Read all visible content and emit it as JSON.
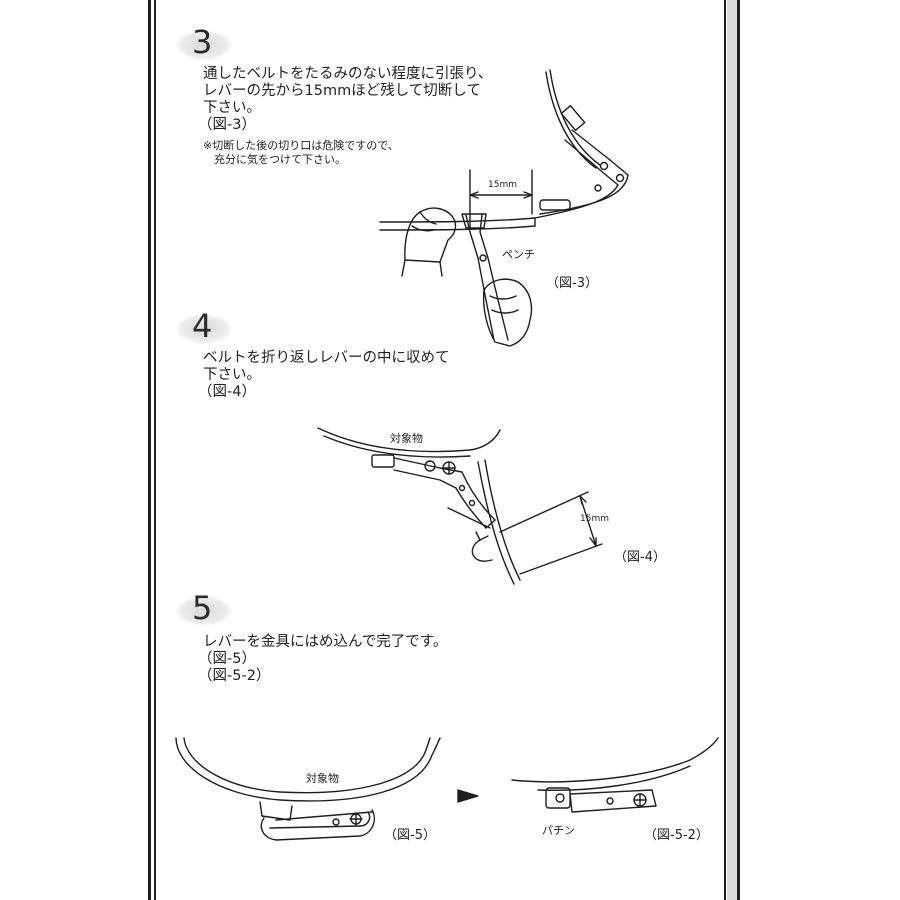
{
  "steps": [
    {
      "number": "3",
      "lines": [
        "通したベルトをたるみのない程度に引張り、",
        "レバーの先から15mmほど残して切断して",
        "下さい。",
        "（図-3）"
      ],
      "note": [
        "※切断した後の切り口は危険ですので、",
        "充分に気をつけて下さい。"
      ]
    },
    {
      "number": "4",
      "lines": [
        "ベルトを折り返しレバーの中に収めて",
        "下さい。",
        "（図-4）"
      ]
    },
    {
      "number": "5",
      "lines": [
        "レバーを金具にはめ込んで完了です。",
        "（図-5）",
        "（図-5-2）"
      ]
    }
  ],
  "figures": {
    "fig3": {
      "caption": "（図-3）",
      "dimension": "15mm",
      "tool_label": "ペンチ"
    },
    "fig4": {
      "caption": "（図-4）",
      "dimension": "15mm",
      "object_label": "対象物"
    },
    "fig5": {
      "caption": "（図-5）",
      "object_label": "対象物"
    },
    "fig5_2": {
      "caption": "（図-5-2）",
      "sound_label": "パチン"
    }
  }
}
